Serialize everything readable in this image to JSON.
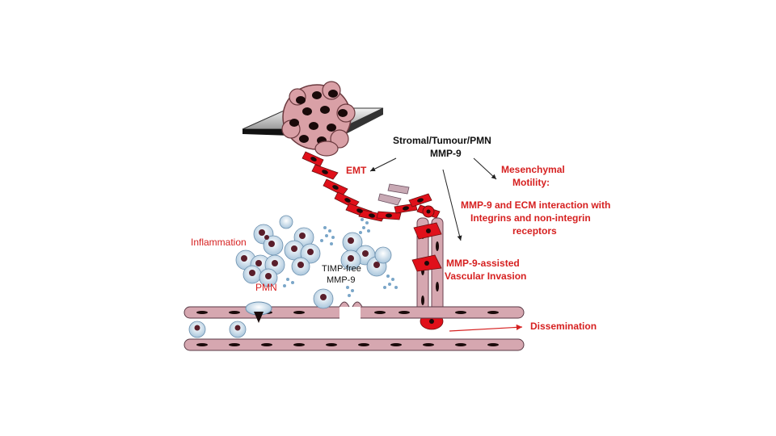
{
  "labels": {
    "source_title": "Stromal/Tumour/PMN",
    "source_sub": "MMP-9",
    "emt": "EMT",
    "mesenchymal_1": "Mesenchymal",
    "mesenchymal_2": "Motility:",
    "ecm_1": "MMP-9 and ECM interaction with",
    "ecm_2": "Integrins and non-integrin",
    "ecm_3": "receptors",
    "vascular_1": "MMP-9-assisted",
    "vascular_2": "Vascular Invasion",
    "inflammation": "Inflammation",
    "pmn": "PMN",
    "timp_1": "TIMP-free",
    "timp_2": "MMP-9",
    "dissemination": "Dissemination"
  },
  "colors": {
    "accent_red": "#d62020",
    "tumour_pink": "#d9a0a6",
    "vessel_pink": "#d6a7b0",
    "cell_red": "#e0101a",
    "nucleus": "#1a0a0a",
    "pmn_blue": "#b8d2e6",
    "platform": "#555555"
  },
  "icons": {
    "tumour": "tumour-cluster-icon",
    "pmn": "neutrophil-icon",
    "mmp9": "mmp9-molecule-icon",
    "vessel": "blood-vessel-icon"
  }
}
